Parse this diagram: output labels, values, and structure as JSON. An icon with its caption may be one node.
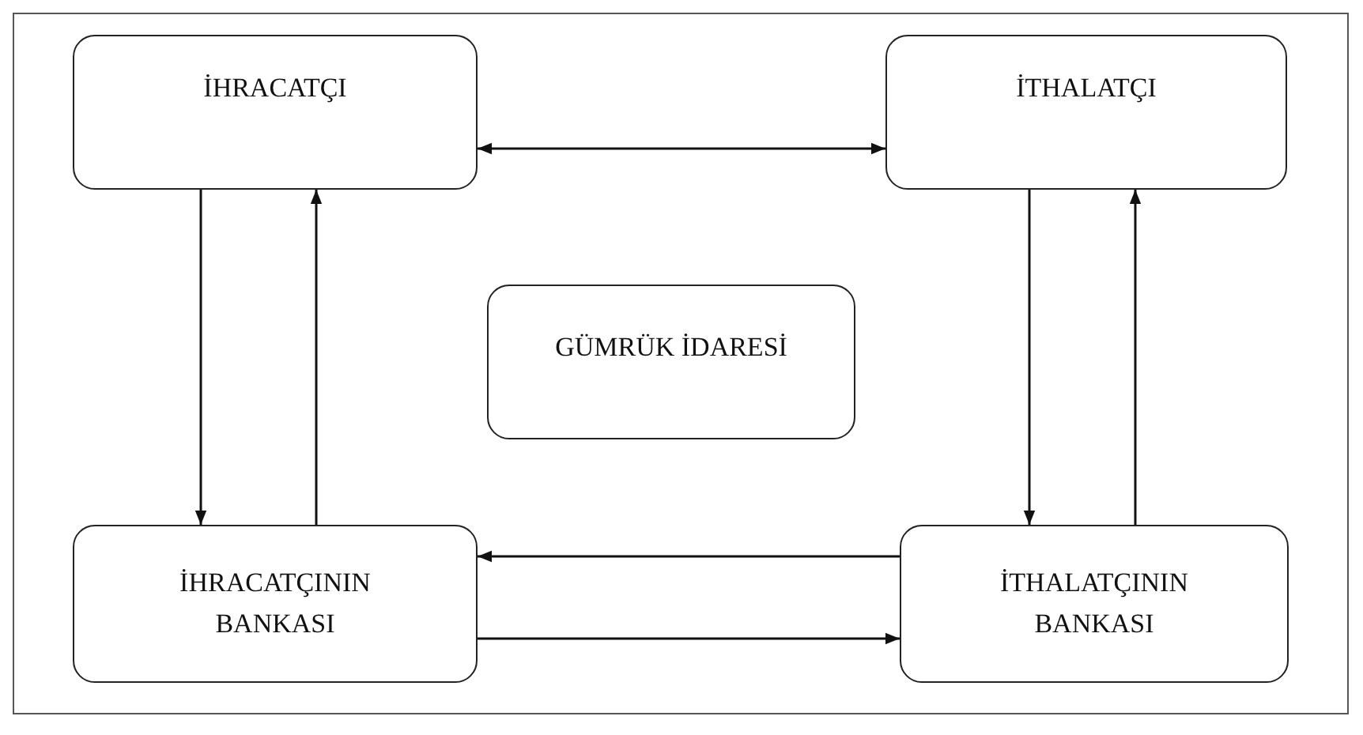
{
  "diagram": {
    "nodes": [
      {
        "text": [
          "İHRACATÇI"
        ]
      },
      {
        "text": [
          "İTHALATÇI"
        ]
      },
      {
        "text": [
          "GÜMRÜK İDARESİ"
        ]
      },
      {
        "text": [
          "İHRACATÇININ BANKASI"
        ]
      },
      {
        "text": [
          "İTHALATÇININ BANKASI"
        ]
      }
    ],
    "edges": [
      {
        "from": 0,
        "to": 1,
        "arrow": "both"
      },
      {
        "from": 0,
        "to": 3,
        "arrow": "to"
      },
      {
        "from": 3,
        "to": 0,
        "arrow": "to"
      },
      {
        "from": 1,
        "to": 4,
        "arrow": "to"
      },
      {
        "from": 4,
        "to": 1,
        "arrow": "to"
      },
      {
        "from": 4,
        "to": 3,
        "arrow": "to"
      },
      {
        "from": 3,
        "to": 4,
        "arrow": "to"
      }
    ]
  }
}
